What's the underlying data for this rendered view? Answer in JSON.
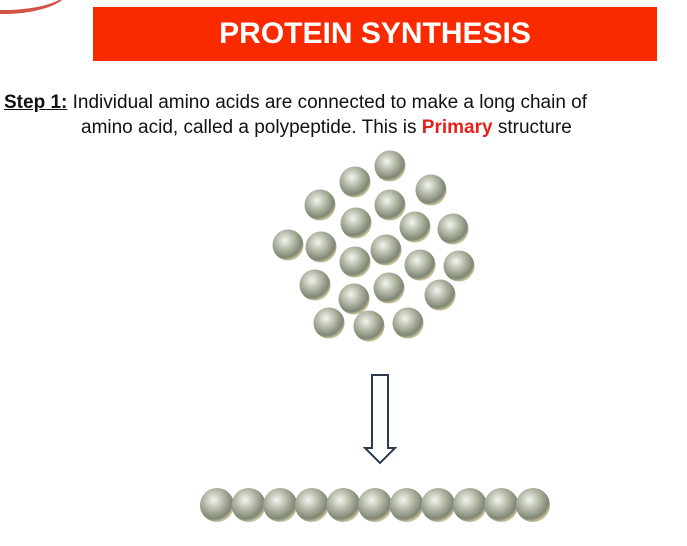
{
  "title": "PROTEIN SYNTHESIS",
  "step": {
    "label": "Step 1:",
    "line1": "Individual amino acids are connected to make a long chain of",
    "line2_before": "amino acid, called a polypeptide. This is ",
    "highlight": "Primary",
    "line2_after": " structure"
  },
  "colors": {
    "title_bg": "#fa2a00",
    "highlight": "#e8201a",
    "sphere": "#a8ae9c",
    "arrow": "#2b3c4e"
  }
}
